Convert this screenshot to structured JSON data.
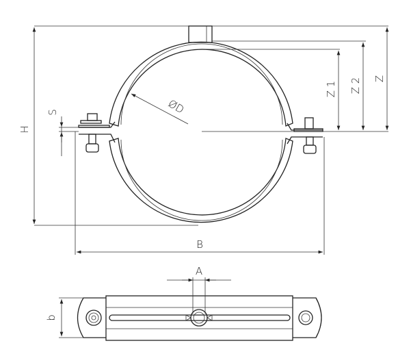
{
  "drawing": {
    "labels": {
      "H": "H",
      "S": "S",
      "D": "ØD",
      "Z1": "Z 1",
      "Z2": "Z 2",
      "Z": "Z",
      "B": "B",
      "A": "A",
      "b": "b"
    },
    "colors": {
      "line": "#222222",
      "background": "#ffffff"
    }
  }
}
